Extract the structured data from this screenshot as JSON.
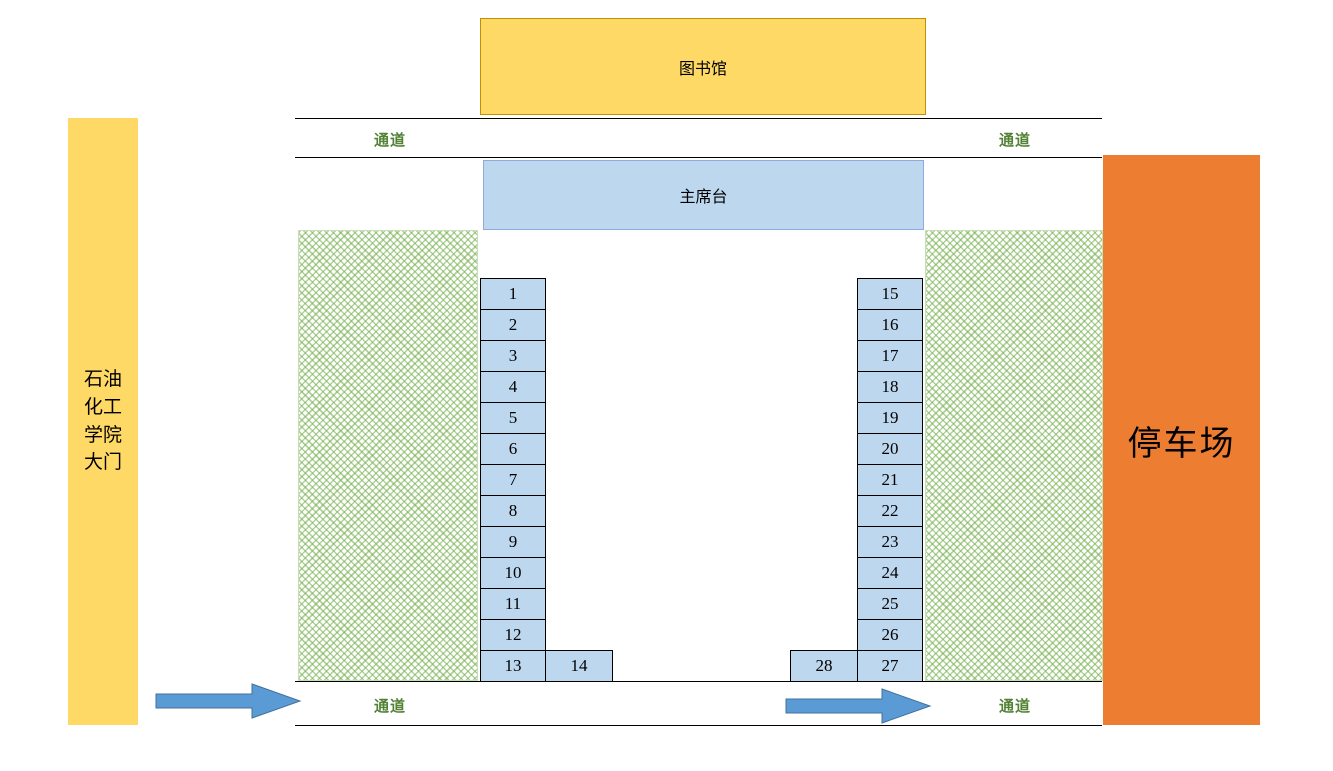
{
  "colors": {
    "building_yellow": "#FFD966",
    "stage_blue": "#BDD7EE",
    "parking_orange": "#ED7D31",
    "passage_green_text": "#538135",
    "hatch_green": "#70AD47",
    "arrow_blue": "#5B9BD5"
  },
  "library": {
    "label": "图书馆"
  },
  "rostrum": {
    "label": "主席台"
  },
  "gate": {
    "full_label": "石油化工学院大门",
    "lines": [
      "石油",
      "化工",
      "学院",
      "大门"
    ]
  },
  "parking": {
    "label": "停车场"
  },
  "passages": {
    "top_left": "通道",
    "top_right": "通道",
    "bottom_left": "通道",
    "bottom_right": "通道"
  },
  "seats": {
    "left_column": [
      "1",
      "2",
      "3",
      "4",
      "5",
      "6",
      "7",
      "8",
      "9",
      "10",
      "11",
      "12",
      "13"
    ],
    "left_extra": "14",
    "right_column": [
      "15",
      "16",
      "17",
      "18",
      "19",
      "20",
      "21",
      "22",
      "23",
      "24",
      "25",
      "26",
      "27"
    ],
    "right_extra": "28"
  }
}
